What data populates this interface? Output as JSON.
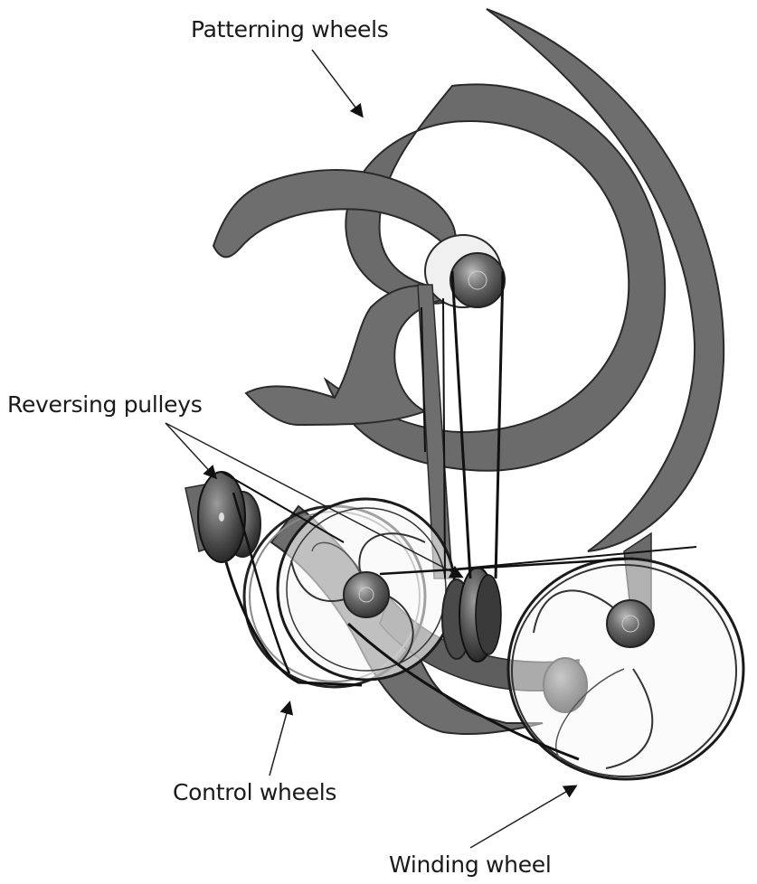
{
  "labels": {
    "patterning": "Patterning wheels",
    "reversing": "Reversing pulleys",
    "control": "Control wheels",
    "winding": "Winding wheel"
  },
  "colors": {
    "wheel_fill": "#6e6e6e",
    "wheel_edge": "#2a2a2a",
    "rim_light": "#f2f2f2",
    "belt": "#111111",
    "hub": "#5a5a5a"
  }
}
